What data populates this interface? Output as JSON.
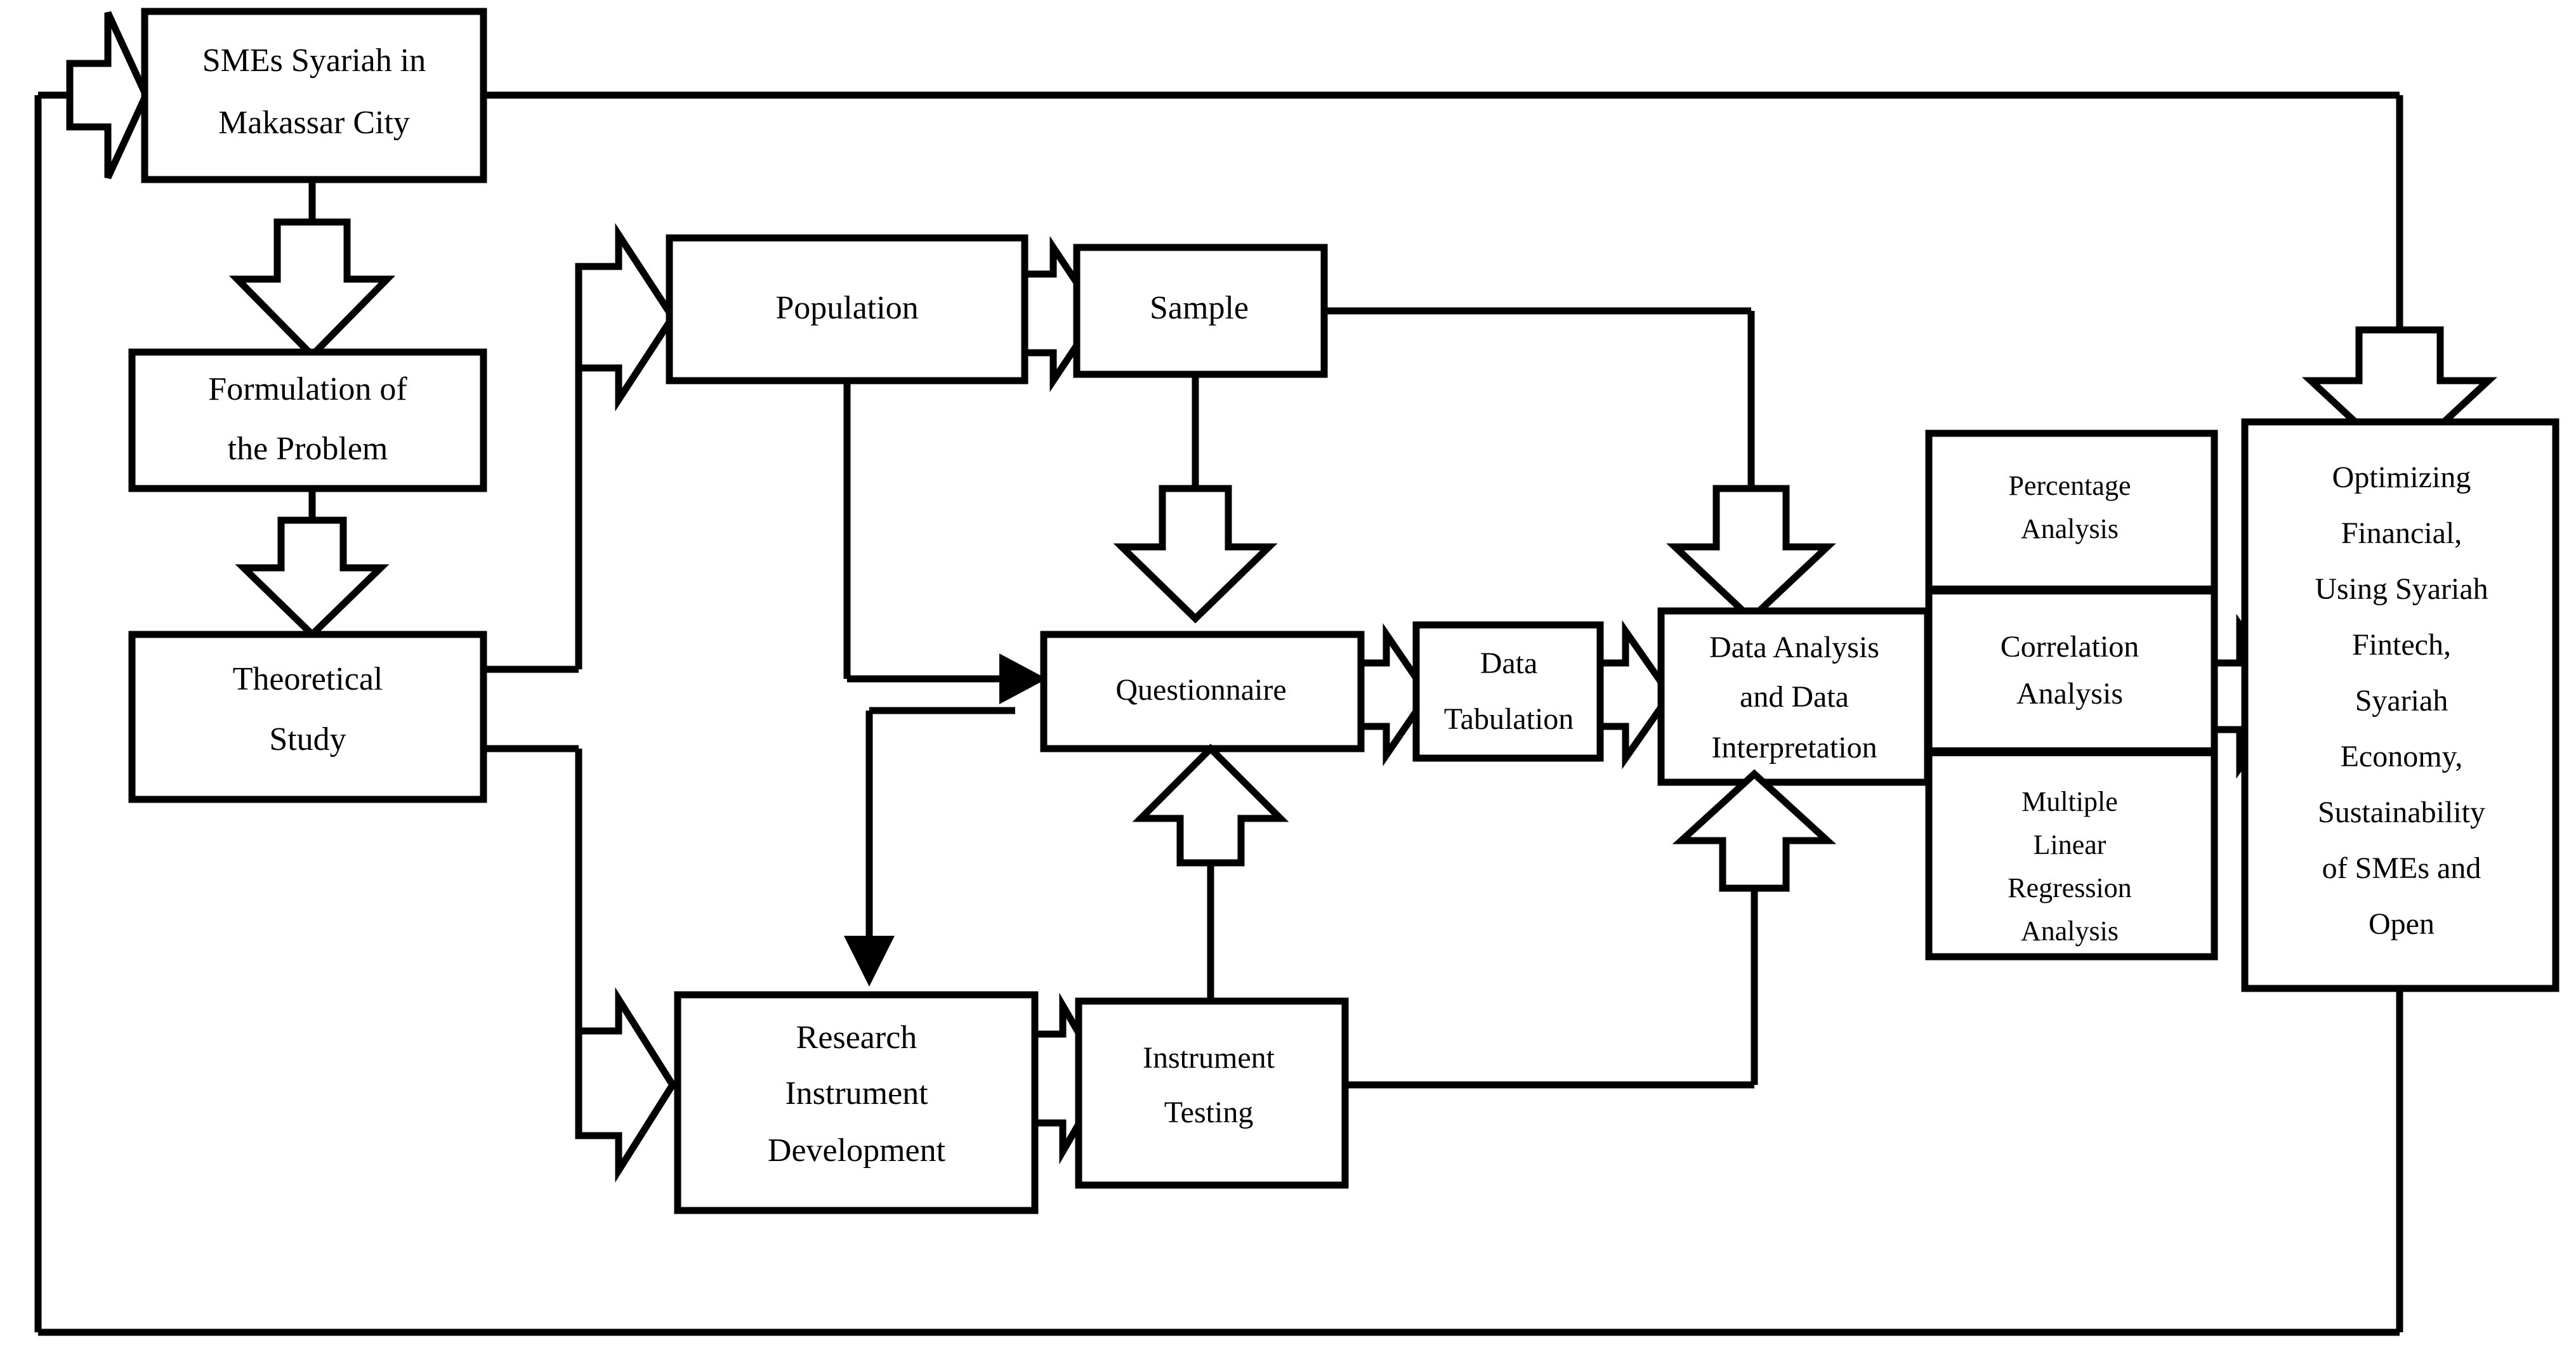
{
  "diagram": {
    "title": "Research Framework Flowchart",
    "type": "flowchart",
    "line_color": "#000000",
    "box_fill": "#ffffff",
    "background": "#ffffff",
    "nodes": {
      "smes": {
        "id": "smes",
        "lines": [
          "SMEs Syariah in",
          "Makassar City"
        ]
      },
      "formulation": {
        "id": "formulation",
        "lines": [
          "Formulation of",
          "the Problem"
        ]
      },
      "theoretical": {
        "id": "theoretical",
        "lines": [
          "Theoretical",
          "Study"
        ]
      },
      "population": {
        "id": "population",
        "lines": [
          "Population"
        ]
      },
      "sample": {
        "id": "sample",
        "lines": [
          "Sample"
        ]
      },
      "questionnaire": {
        "id": "questionnaire",
        "lines": [
          "Questionnaire"
        ]
      },
      "tabulation": {
        "id": "tabulation",
        "lines": [
          "Data",
          "Tabulation"
        ]
      },
      "analysis": {
        "id": "analysis",
        "lines": [
          "Data Analysis",
          "and Data",
          "Interpretation"
        ]
      },
      "instrument_dev": {
        "id": "instrument_dev",
        "lines": [
          "Research",
          "Instrument",
          "Development"
        ]
      },
      "instrument_test": {
        "id": "instrument_test",
        "lines": [
          "Instrument",
          "Testing"
        ]
      },
      "percentage": {
        "id": "percentage",
        "lines": [
          "Percentage",
          "Analysis"
        ]
      },
      "correlation": {
        "id": "correlation",
        "lines": [
          "Correlation",
          "Analysis"
        ]
      },
      "regression": {
        "id": "regression",
        "lines": [
          "Multiple",
          "Linear",
          "Regression",
          "Analysis"
        ]
      },
      "outcome": {
        "id": "outcome",
        "lines": [
          "Optimizing",
          "Financial,",
          "Using Syariah",
          "Fintech,",
          "Syariah",
          "Economy,",
          "Sustainability",
          "of SMEs and",
          "Open"
        ]
      }
    },
    "edges": [
      {
        "from": "feedback-loop",
        "to": "smes",
        "style": "block-arrow-right"
      },
      {
        "from": "smes",
        "to": "formulation",
        "style": "block-arrow-down"
      },
      {
        "from": "formulation",
        "to": "theoretical",
        "style": "block-arrow-down"
      },
      {
        "from": "theoretical",
        "to": "population",
        "style": "block-arrow-right"
      },
      {
        "from": "theoretical",
        "to": "instrument_dev",
        "style": "block-arrow-right"
      },
      {
        "from": "population",
        "to": "sample",
        "style": "block-arrow-right"
      },
      {
        "from": "population",
        "to": "questionnaire",
        "style": "line-arrow-right"
      },
      {
        "from": "sample",
        "to": "questionnaire",
        "style": "block-arrow-down"
      },
      {
        "from": "sample",
        "to": "analysis",
        "style": "block-arrow-down"
      },
      {
        "from": "questionnaire",
        "to": "tabulation",
        "style": "block-arrow-right"
      },
      {
        "from": "tabulation",
        "to": "analysis",
        "style": "block-arrow-right"
      },
      {
        "from": "instrument_dev",
        "to": "instrument_test",
        "style": "block-arrow-right"
      },
      {
        "from": "instrument_test",
        "to": "questionnaire",
        "style": "block-arrow-up"
      },
      {
        "from": "instrument_test",
        "to": "analysis",
        "style": "block-arrow-up"
      },
      {
        "from": "questionnaire",
        "to": "instrument_dev",
        "style": "line-arrow-down"
      },
      {
        "from": "analysis",
        "to": "correlation",
        "style": "block-arrow-right"
      },
      {
        "from": "correlation",
        "to": "outcome",
        "style": "block-arrow-right"
      },
      {
        "from": "smes",
        "to": "outcome",
        "style": "block-arrow-down"
      },
      {
        "from": "outcome",
        "to": "feedback-loop",
        "style": "line"
      }
    ]
  }
}
